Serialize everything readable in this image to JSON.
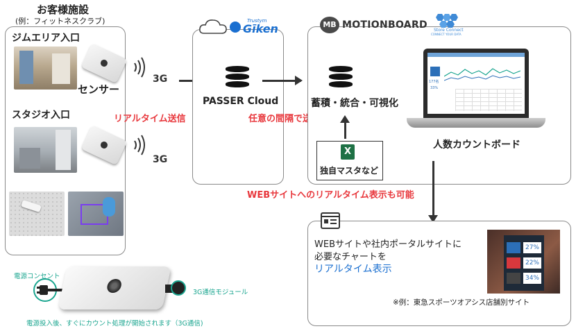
{
  "facility": {
    "title": "お客様施設",
    "subtitle": "(例：フィットネスクラブ)",
    "gym_entrance": "ジムエリア入口",
    "sensor_label": "センサー",
    "studio_entrance": "スタジオ入口"
  },
  "signal": {
    "label_top": "3G",
    "label_bottom": "3G"
  },
  "flow": {
    "realtime_send": "リアルタイム送信",
    "interval_send": "任意の間隔で送信",
    "web_realtime_note": "WEBサイトへのリアルタイム表示も可能"
  },
  "passer": {
    "brand_small": "Trustym",
    "brand": "Gīken",
    "title": "PASSER Cloud"
  },
  "motionboard": {
    "logo_badge": "MB",
    "logo_text": "MotionBoard",
    "partner_text": "Store Connect",
    "store_sub": "CONNECT YOUR DATA",
    "accumulate": "蓄積・統合・可視化",
    "excel_icon_letter": "X",
    "master_label": "独自マスタなど",
    "dashboard_caption": "人数カウントボード",
    "screen_numbers": [
      "177名",
      "33%"
    ]
  },
  "web": {
    "line1": "WEBサイトや社内ポータルサイトに",
    "line2": "必要なチャートを",
    "line3": "リアルタイム表示",
    "example": "※例：東急スポーツオアシス店舗別サイト",
    "screen_values": [
      "27%",
      "22%",
      "34%"
    ]
  },
  "device": {
    "power_label": "電源コンセント",
    "module_label": "3G通信モジュール",
    "note": "電源投入後、すぐにカウント処理が開始されます（3G通信)"
  },
  "colors": {
    "accent_red": "#e8383d",
    "link_blue": "#1a6fd0",
    "teal": "#1aa58f",
    "excel_green": "#1e7145"
  }
}
